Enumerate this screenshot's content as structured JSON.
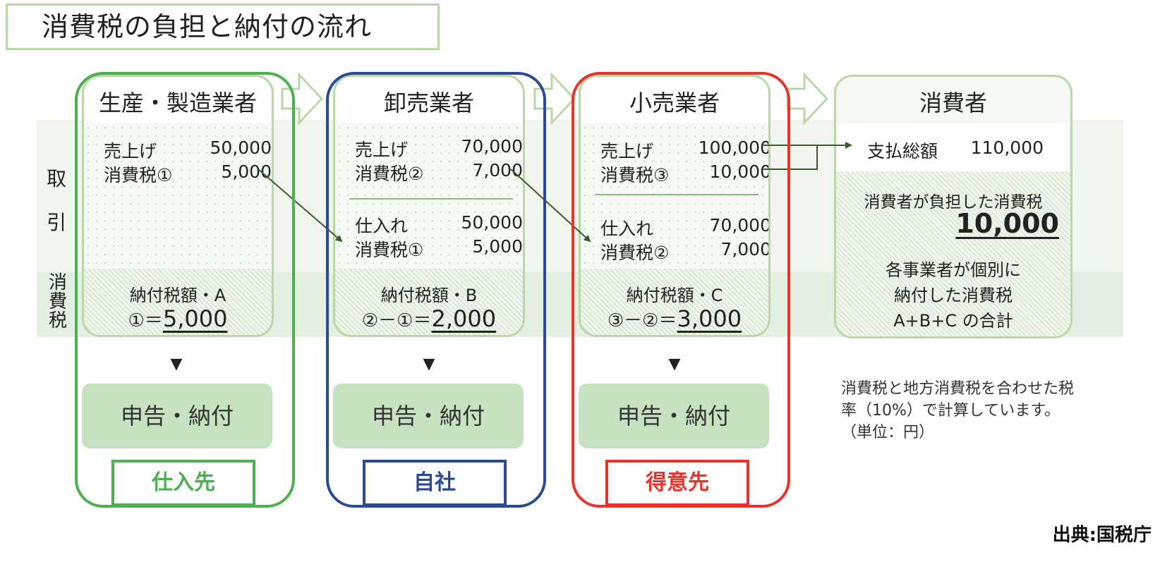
{
  "title": "消費税の負担と納付の流れ",
  "row_labels": {
    "transaction_top": "取",
    "transaction_bottom": "引",
    "tax": "消費税"
  },
  "stages": [
    {
      "name": "生産・製造業者",
      "sales_label": "売上げ",
      "sales": "50,000",
      "tax_label": "消費税①",
      "tax": "5,000",
      "purchase_label": "",
      "purchase": "",
      "ptax_label": "",
      "ptax": "",
      "due_label": "納付税額・A",
      "due_formula": "①＝",
      "due_value": "5,000",
      "action": "申告・納付",
      "role": "仕入先"
    },
    {
      "name": "卸売業者",
      "sales_label": "売上げ",
      "sales": "70,000",
      "tax_label": "消費税②",
      "tax": "7,000",
      "purchase_label": "仕入れ",
      "purchase": "50,000",
      "ptax_label": "消費税①",
      "ptax": "5,000",
      "due_label": "納付税額・B",
      "due_formula": "②－①＝",
      "due_value": "2,000",
      "action": "申告・納付",
      "role": "自社"
    },
    {
      "name": "小売業者",
      "sales_label": "売上げ",
      "sales": "100,000",
      "tax_label": "消費税③",
      "tax": "10,000",
      "purchase_label": "仕入れ",
      "purchase": "70,000",
      "ptax_label": "消費税②",
      "ptax": "7,000",
      "due_label": "納付税額・C",
      "due_formula": "③－②＝",
      "due_value": "3,000",
      "action": "申告・納付",
      "role": "得意先"
    }
  ],
  "consumer": {
    "name": "消費者",
    "paid_label": "支払総額",
    "paid": "110,000",
    "burden_label": "消費者が負担した消費税",
    "burden": "10,000",
    "sum_line1": "各事業者が個別に",
    "sum_line2": "納付した消費税",
    "sum_line3": "A+B+C の合計"
  },
  "marker": "▼",
  "note": "消費税と地方消費税を合わせた税率（10%）で計算しています。（単位：円）",
  "source": "出典:国税庁",
  "colors": {
    "green": "#4caf50",
    "blue": "#2a4a94",
    "red": "#e8322a",
    "pale_green": "#b9d8a6",
    "arrow": "#3c5a2e"
  }
}
